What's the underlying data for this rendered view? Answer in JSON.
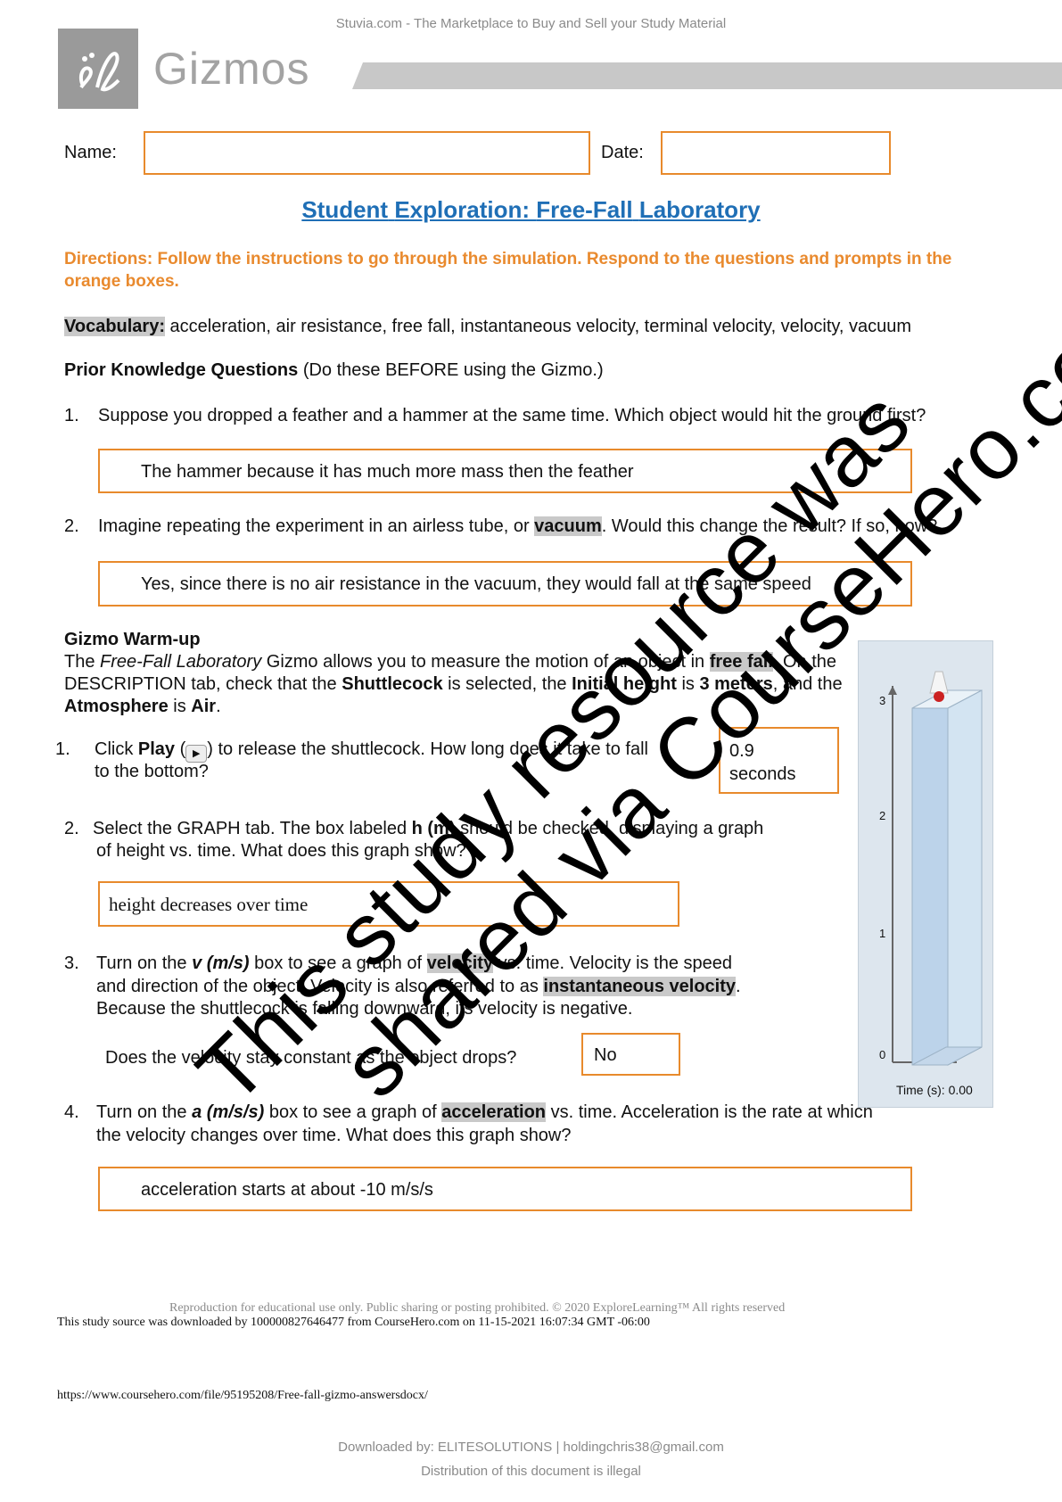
{
  "top_note": "Stuvia.com - The Marketplace to Buy and Sell your Study Material",
  "logo": {
    "text": "Gizmos"
  },
  "header": {
    "name_label": "Name:",
    "date_label": "Date:"
  },
  "title": {
    "part1": "Student",
    "part2": "Exploration:",
    "part3": "Free-Fall",
    "part4": "Laboratory"
  },
  "directions": "Directions: Follow the instructions to go through the simulation. Respond to the questions and prompts in the orange boxes.",
  "vocabulary": {
    "label": "Vocabulary:",
    "list": " acceleration, air resistance, free fall, instantaneous velocity, terminal velocity, velocity, vacuum"
  },
  "prior": {
    "heading": "Prior Knowledge Questions",
    "note": " (Do these BEFORE using the Gizmo.)",
    "q1_num": "1.",
    "q1": "Suppose you dropped a feather and a hammer at the same time. Which object would hit the ground first?",
    "a1": "The hammer because it has much more mass then the feather",
    "q2_num": "2.",
    "q2_pre": "Imagine repeating the experiment in an airless tube, or ",
    "q2_hl": "vacuum",
    "q2_post": ". Would this change the result? If so, how?",
    "a2": "Yes, since there is no air resistance in the vacuum, they would fall at the same speed"
  },
  "warmup": {
    "heading": "Gizmo Warm-up",
    "intro_1": "The ",
    "intro_italic": "Free-Fall Laboratory",
    "intro_2": " Gizmo allows you to measure the motion of an object in ",
    "intro_hl": "free fall",
    "intro_3": ". On the DESCRIPTION tab, check that the ",
    "intro_b1": "Shuttlecock",
    "intro_4": " is selected, the ",
    "intro_b2": "Initial height",
    "intro_5": " is ",
    "intro_b3": "3 meters",
    "intro_6": ", and the ",
    "intro_b4": "Atmosphere",
    "intro_7": " is ",
    "intro_b5": "Air",
    "intro_8": ".",
    "w1_num": "1.",
    "w1_pre": "Click ",
    "w1_bold": "Play",
    "w1_post": ") to release the shuttlecock. How long does it take to fall",
    "w1_line2": "to the bottom?",
    "w1_ans1": "0.9",
    "w1_ans2": "seconds",
    "w2_num": "2.",
    "w2_a": "Select the GRAPH tab. The box labeled ",
    "w2_b": "h (m)",
    "w2_c": " should be checked, displaying a graph",
    "w2_line2": "of height vs. time. What does this graph show?",
    "w2_ans": "height decreases over time",
    "w3_num": "3.",
    "w3_a": "Turn on the ",
    "w3_b": "v (m/s)",
    "w3_c": " box to see a graph of ",
    "w3_hl": "velocity",
    "w3_d": " vs. time. Velocity is the speed",
    "w3_line2a": "and direction of the object. Velocity is also referred to as ",
    "w3_hl2": "instantaneous velocity",
    "w3_line2b": ".",
    "w3_line3": "Because the shuttlecock is falling downward, its velocity is negative.",
    "w3_q": "Does the velocity stay constant as the object drops?",
    "w3_ans": "No",
    "w4_num": "4.",
    "w4_a": "Turn on the ",
    "w4_b": "a (m/s/s)",
    "w4_c": " box to see a graph of ",
    "w4_hl": "acceleration",
    "w4_d": " vs. time. Acceleration is the rate at which",
    "w4_line2": "the velocity changes over time. What does this graph show?",
    "w4_ans": "acceleration starts at about -10 m/s/s"
  },
  "sim": {
    "ticks": [
      "3",
      "2",
      "1",
      "0"
    ],
    "time_label": "Time (s): 0.00"
  },
  "watermark": {
    "line1": "This study resource was",
    "line2": "shared via CourseHero.com"
  },
  "footer": {
    "source_line": "This study source was downloaded by 100000827646477 from CourseHero.com on 11-15-2021 16:07:34 GMT -06:00",
    "reproduction": "Reproduction for educational use only. Public sharing or posting prohibited. © 2020 ExploreLearning™ All rights reserved",
    "url": "https://www.coursehero.com/file/95195208/Free-fall-gizmo-answersdocx/",
    "downloaded": "Downloaded by: ELITESOLUTIONS | holdingchris38@gmail.com",
    "distribution": "Distribution of this document is illegal"
  }
}
